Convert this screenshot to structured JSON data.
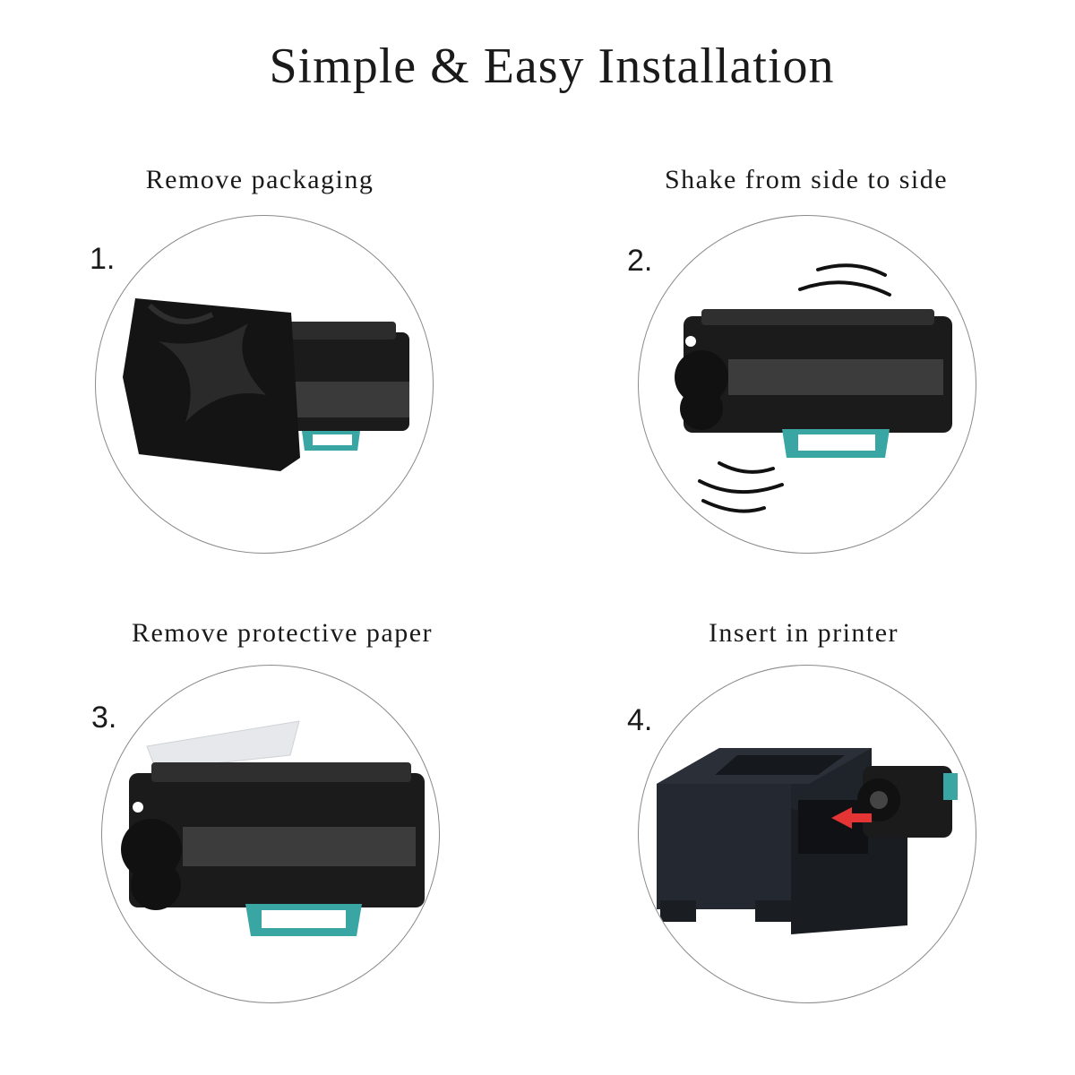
{
  "title": "Simple & Easy Installation",
  "steps": [
    {
      "number": "1.",
      "caption": "Remove packaging"
    },
    {
      "number": "2.",
      "caption": "Shake from side to side"
    },
    {
      "number": "3.",
      "caption": "Remove protective paper"
    },
    {
      "number": "4.",
      "caption": "Insert in printer"
    }
  ],
  "colors": {
    "handle": "#3aa6a4",
    "cartridge": "#1b1b1b",
    "arrow": "#e53434"
  },
  "icons": [
    "toner-cartridge",
    "packaging-bag",
    "shake-motion-lines",
    "protective-paper",
    "laser-printer",
    "insert-arrow"
  ]
}
